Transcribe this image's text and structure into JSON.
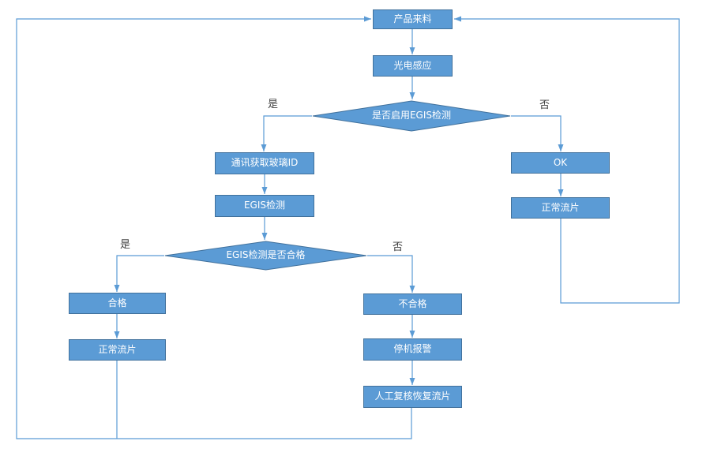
{
  "diagram": {
    "type": "flowchart",
    "colors": {
      "background": "#FFFFFF",
      "shape_fill": "#5B9BD5",
      "shape_border": "#41719C",
      "shape_text": "#FFFFFF",
      "connector": "#5B9BD5",
      "edge_label_text": "#3F3F3F"
    },
    "nodes": {
      "incoming": {
        "label": "产品来料",
        "shape": "rect"
      },
      "photoelectric": {
        "label": "光电感应",
        "shape": "rect"
      },
      "enable_egis": {
        "label": "是否启用EGIS检测",
        "shape": "diamond"
      },
      "get_glass_id": {
        "label": "通讯获取玻璃ID",
        "shape": "rect"
      },
      "egis_check": {
        "label": "EGIS检测",
        "shape": "rect"
      },
      "ok": {
        "label": "OK",
        "shape": "rect"
      },
      "normal_flow_right": {
        "label": "正常流片",
        "shape": "rect"
      },
      "egis_qualified": {
        "label": "EGIS检测是否合格",
        "shape": "diamond"
      },
      "qualified": {
        "label": "合格",
        "shape": "rect"
      },
      "normal_flow_left": {
        "label": "正常流片",
        "shape": "rect"
      },
      "unqualified": {
        "label": "不合格",
        "shape": "rect"
      },
      "stop_alarm": {
        "label": "停机报警",
        "shape": "rect"
      },
      "manual_review": {
        "label": "人工复核恢复流片",
        "shape": "rect"
      }
    },
    "edge_labels": {
      "enable_yes": "是",
      "enable_no": "否",
      "qualified_yes": "是",
      "qualified_no": "否"
    }
  }
}
